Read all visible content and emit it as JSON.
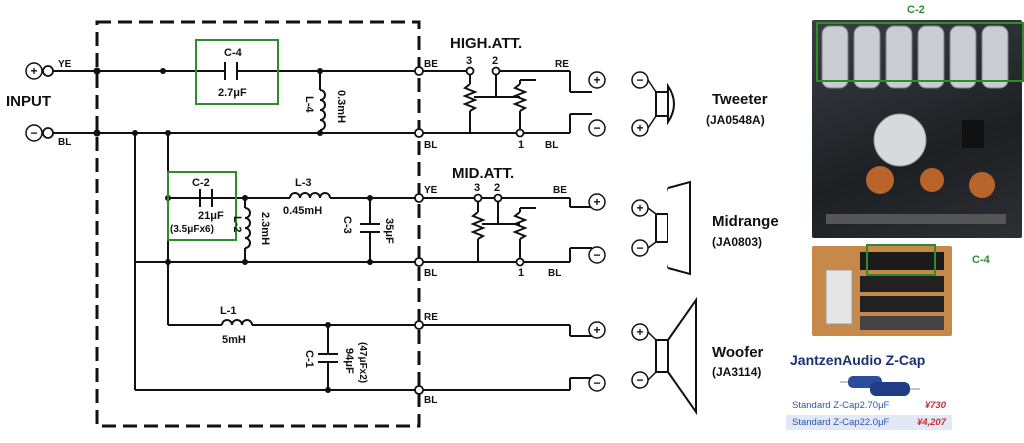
{
  "input": {
    "label": "INPUT",
    "ye": "YE",
    "bl": "BL"
  },
  "high_att": {
    "title": "HIGH.ATT.",
    "t3": "3",
    "t2": "2",
    "t1": "1",
    "be": "BE",
    "re": "RE",
    "bl_left": "BL",
    "bl_right": "BL"
  },
  "mid_att": {
    "title": "MID.ATT.",
    "t3": "3",
    "t2": "2",
    "t1": "1",
    "ye": "YE",
    "be": "BE",
    "bl_left": "BL",
    "bl_right": "BL"
  },
  "woofer_net": {
    "re": "RE",
    "bl": "BL"
  },
  "components": {
    "c4_name": "C-4",
    "c4_value": "2.7μF",
    "l4_name": "L-4",
    "l4_value": "0.3mH",
    "c2_name": "C-2",
    "c2_value": "21μF",
    "c2_detail": "(3.5μFx6)",
    "l2_name": "L-2",
    "l2_value": "2.3mH",
    "l3_name": "L-3",
    "l3_value": "0.45mH",
    "c3_name": "C-3",
    "c3_value": "35μF",
    "l1_name": "L-1",
    "l1_value": "5mH",
    "c1_name": "C-1",
    "c1_value": "94μF",
    "c1_detail": "(47μFx2)"
  },
  "speakers": {
    "tweeter": {
      "name": "Tweeter",
      "model": "(JA0548A)"
    },
    "midrange": {
      "name": "Midrange",
      "model": "(JA0803)"
    },
    "woofer": {
      "name": "Woofer",
      "model": "(JA3114)"
    }
  },
  "photo_labels": {
    "top": "C-2",
    "bottom": "C-4"
  },
  "product": {
    "brand": "JantzenAudio Z-Cap",
    "rows": [
      {
        "name": "Standard Z-Cap2.70μF",
        "price": "¥730"
      },
      {
        "name": "Standard Z-Cap22.0μF",
        "price": "¥4,207"
      }
    ]
  },
  "colors": {
    "highlight": "#2e8b2e",
    "brand": "#1a2f6e",
    "price": "#c23030",
    "row_text": "#2a55b0",
    "row_bg": "#e3e8f6"
  }
}
